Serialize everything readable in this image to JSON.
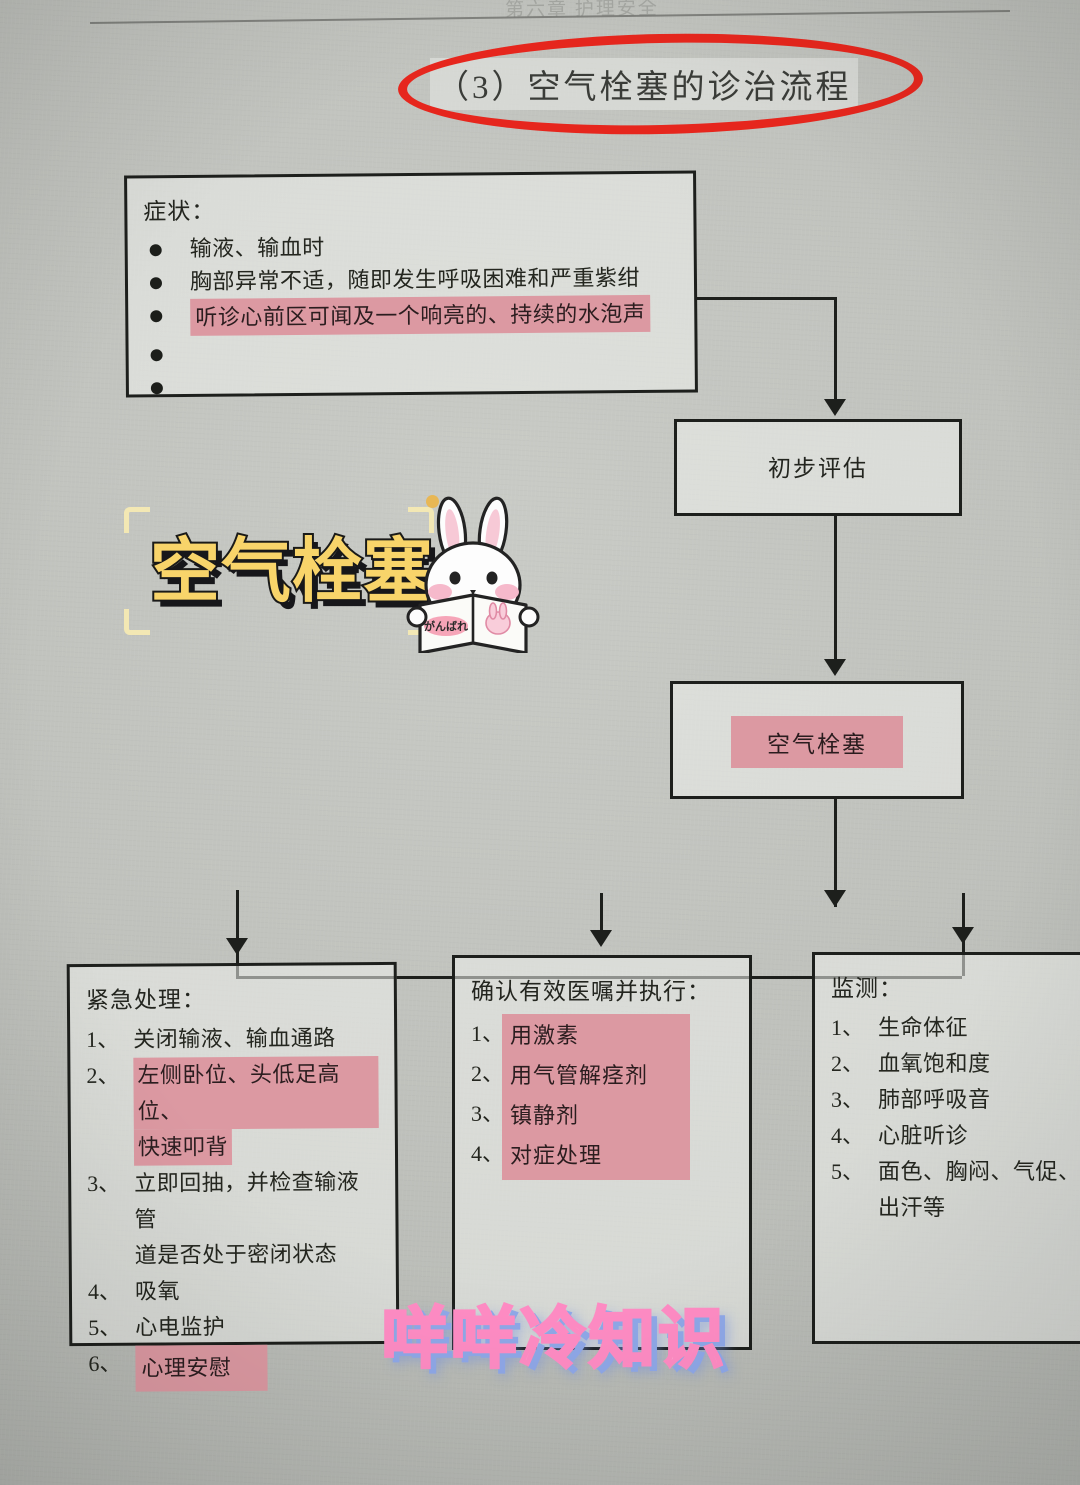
{
  "page": {
    "header_text": "第六章 护理安全",
    "title": "（3）空气栓塞的诊治流程",
    "watermark": "咩咩冷知识"
  },
  "colors": {
    "highlight_pink": "#dc99a2",
    "annotation_red": "#e6261d",
    "sticker_yellow": "#f8d46a",
    "paper": "#bfc1bc",
    "ink": "#1d1f1c",
    "watermark_pink": "#ffa8d2",
    "watermark_blue": "#8fa8e8"
  },
  "sticker": {
    "label": "空气栓塞",
    "book_text": "がんばれ",
    "mascot": "rabbit-reading-book"
  },
  "flow": {
    "symptoms": {
      "title": "症状：",
      "items": [
        {
          "text": "输液、输血时",
          "highlighted": false
        },
        {
          "text": "胸部异常不适，随即发生呼吸困难和严重紫绀",
          "highlighted": false
        },
        {
          "text": "听诊心前区可闻及一个响亮的、持续的水泡声",
          "highlighted": true
        },
        {
          "text": "",
          "highlighted": false
        },
        {
          "text": "",
          "highlighted": false
        }
      ]
    },
    "assessment": {
      "label": "初步评估"
    },
    "diagnosis": {
      "label": "空气栓塞",
      "highlighted": true
    },
    "emergency": {
      "title": "紧急处理：",
      "items": [
        {
          "num": "1、",
          "text": "关闭输液、输血通路",
          "highlighted": false,
          "cont": ""
        },
        {
          "num": "2、",
          "text": "左侧卧位、头低足高位、",
          "highlighted": true,
          "cont": "快速叩背"
        },
        {
          "num": "3、",
          "text": "立即回抽，并检查输液管",
          "highlighted": false,
          "cont": "道是否处于密闭状态"
        },
        {
          "num": "4、",
          "text": "吸氧",
          "highlighted": false,
          "cont": ""
        },
        {
          "num": "5、",
          "text": "心电监护",
          "highlighted": false,
          "cont": ""
        },
        {
          "num": "6、",
          "text": "心理安慰",
          "highlighted": true,
          "cont": ""
        }
      ]
    },
    "orders": {
      "title": "确认有效医嘱并执行：",
      "numbers": [
        "1、",
        "2、",
        "3、",
        "4、"
      ],
      "items": [
        {
          "num": "1、",
          "text": "用激素",
          "highlighted": true
        },
        {
          "num": "2、",
          "text": "用气管解痉剂",
          "highlighted": true
        },
        {
          "num": "3、",
          "text": "镇静剂",
          "highlighted": true
        },
        {
          "num": "4、",
          "text": "对症处理",
          "highlighted": true
        }
      ]
    },
    "monitoring": {
      "title": "监测：",
      "items": [
        {
          "num": "1、",
          "text": "生命体征",
          "cont": ""
        },
        {
          "num": "2、",
          "text": "血氧饱和度",
          "cont": ""
        },
        {
          "num": "3、",
          "text": "肺部呼吸音",
          "cont": ""
        },
        {
          "num": "4、",
          "text": "心脏听诊",
          "cont": ""
        },
        {
          "num": "5、",
          "text": "面色、胸闷、气促、",
          "cont": "出汗等"
        }
      ]
    }
  }
}
